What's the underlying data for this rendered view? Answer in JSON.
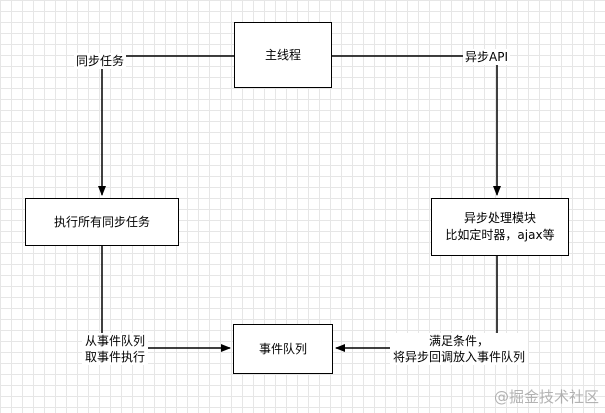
{
  "nodes": {
    "main_thread": "主线程",
    "sync_exec": "执行所有同步任务",
    "async_module": [
      "异步处理模块",
      "比如定时器，ajax等"
    ],
    "event_queue": "事件队列"
  },
  "edge_labels": {
    "sync_tasks": "同步任务",
    "async_api": "异步API",
    "from_queue": [
      "从事件队列",
      "取事件执行"
    ],
    "condition": [
      "满足条件，",
      "将异步回调放入事件队列"
    ]
  },
  "watermark": "@掘金技术社区",
  "colors": {
    "stroke": "#000000",
    "grid": "#e6e6e6",
    "background": "#ffffff"
  }
}
